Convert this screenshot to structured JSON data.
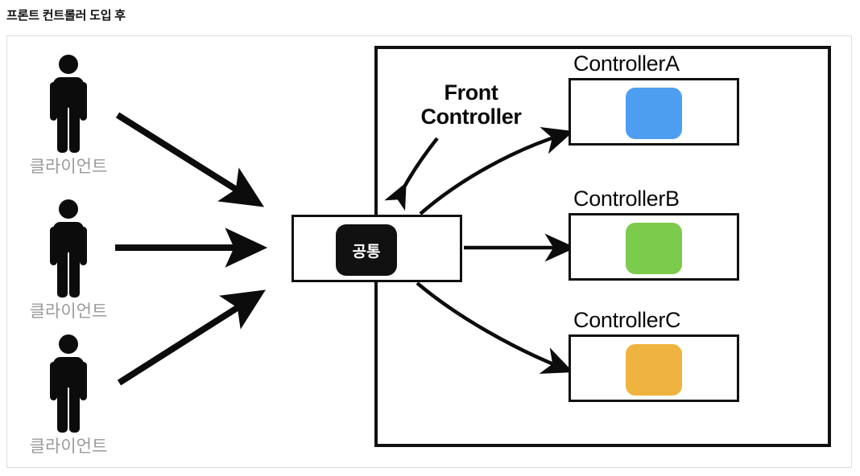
{
  "page": {
    "title": "프론트 컨트롤러 도입 후"
  },
  "diagram": {
    "type": "architecture-flow",
    "clients": [
      {
        "label": "클라이언트",
        "icon": "person-icon"
      },
      {
        "label": "클라이언트",
        "icon": "person-icon"
      },
      {
        "label": "클라이언트",
        "icon": "person-icon"
      }
    ],
    "front_controller": {
      "annotation": "Front\nController",
      "annotation_line1": "Front",
      "annotation_line2": "Controller",
      "box_label": "공통",
      "box_fill": "#111111",
      "box_text_color": "#ffffff"
    },
    "server_boundary": {
      "style": "rough-solid-border",
      "color": "#111111"
    },
    "controllers": [
      {
        "title": "ControllerA",
        "color": "#4d9ef0",
        "icon": "rounded-square-icon"
      },
      {
        "title": "ControllerB",
        "color": "#7ccb4d",
        "icon": "rounded-square-icon"
      },
      {
        "title": "ControllerC",
        "color": "#efb43f",
        "icon": "rounded-square-icon"
      }
    ],
    "arrows": [
      {
        "name": "client1-to-front-controller",
        "style": "thick-straight"
      },
      {
        "name": "client2-to-front-controller",
        "style": "thick-straight"
      },
      {
        "name": "client3-to-front-controller",
        "style": "thick-straight"
      },
      {
        "name": "front-controller-to-controller-a",
        "style": "thin-curved"
      },
      {
        "name": "front-controller-to-controller-b",
        "style": "thin-straight"
      },
      {
        "name": "front-controller-to-controller-c",
        "style": "thin-curved"
      },
      {
        "name": "annotation-pointer",
        "style": "thin-curved-callout"
      }
    ],
    "colors": {
      "frame_border": "#dcdcdc",
      "ink": "#111111",
      "client_label": "#9a9a9a"
    }
  }
}
